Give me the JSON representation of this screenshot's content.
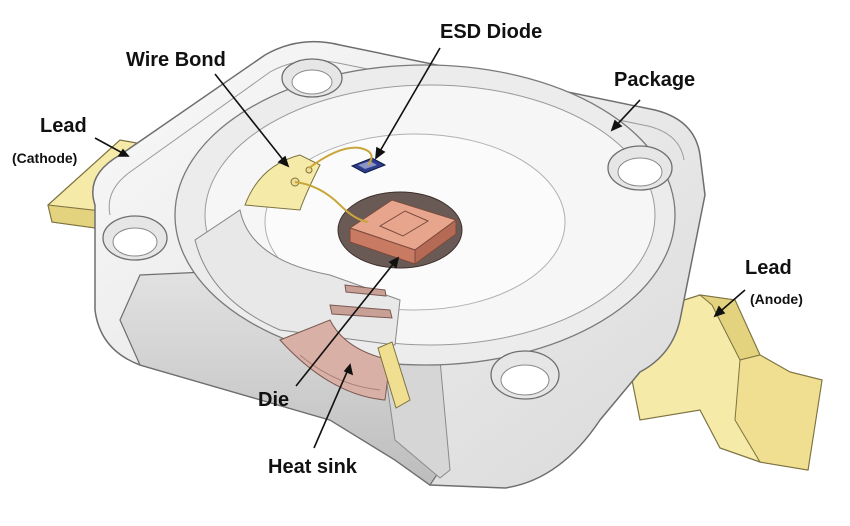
{
  "labels": {
    "wire_bond": "Wire Bond",
    "esd_diode": "ESD Diode",
    "package": "Package",
    "lead_cathode": "Lead",
    "cathode": "(Cathode)",
    "lead_anode": "Lead",
    "anode": "(Anode)",
    "die": "Die",
    "heat_sink": "Heat sink"
  },
  "colors": {
    "package_fill": "#f3f3f3",
    "package_edge": "#6e6e6e",
    "lead_fill": "#f5eaa8",
    "lead_shade": "#e3d27e",
    "die_fill": "#e7a58e",
    "die_shade": "#c97a62",
    "heatsink_fill": "#d9b0a5",
    "esd_fill": "#2c3e8c"
  }
}
